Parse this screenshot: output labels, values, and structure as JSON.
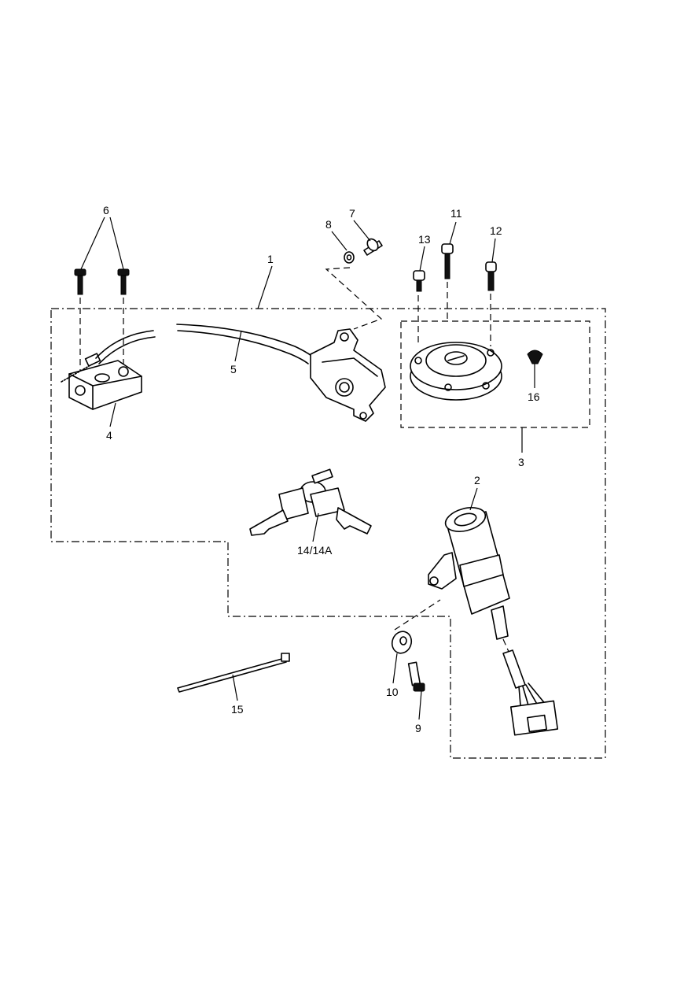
{
  "diagram": {
    "callouts": {
      "c1": "1",
      "c2": "2",
      "c3": "3",
      "c4": "4",
      "c5": "5",
      "c6": "6",
      "c7": "7",
      "c8": "8",
      "c9": "9",
      "c10": "10",
      "c11": "11",
      "c12": "12",
      "c13": "13",
      "c14": "14/14A",
      "c15": "15",
      "c16": "16"
    }
  }
}
